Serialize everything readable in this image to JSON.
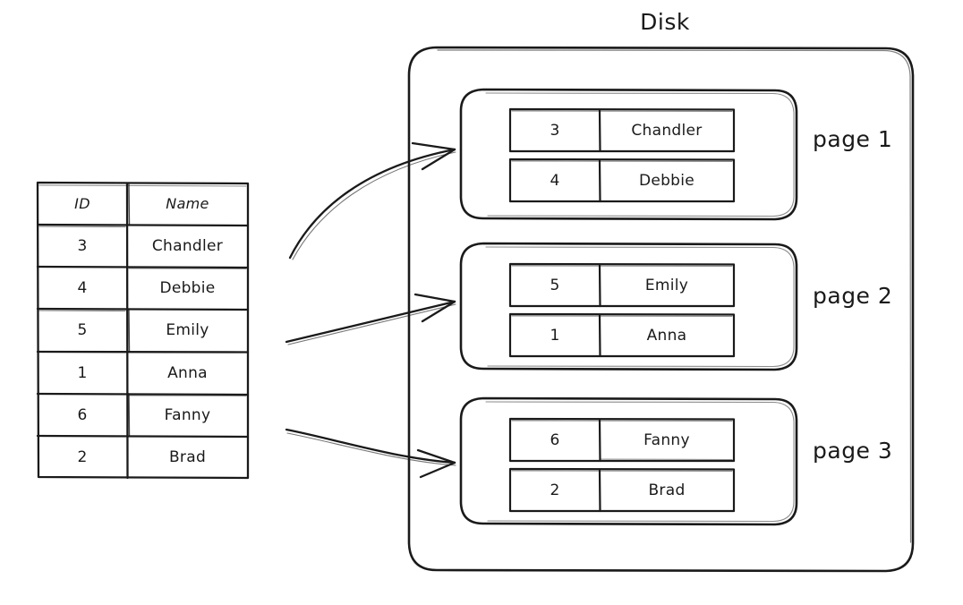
{
  "diagram": {
    "title": "Disk",
    "source_table": {
      "name": "source-table",
      "columns": [
        "ID",
        "Name"
      ],
      "rows": [
        {
          "id": "3",
          "name": "Chandler"
        },
        {
          "id": "4",
          "name": "Debbie"
        },
        {
          "id": "5",
          "name": "Emily"
        },
        {
          "id": "1",
          "name": "Anna"
        },
        {
          "id": "6",
          "name": "Fanny"
        },
        {
          "id": "2",
          "name": "Brad"
        }
      ]
    },
    "pages": [
      {
        "label": "page 1",
        "rows": [
          {
            "id": "3",
            "name": "Chandler"
          },
          {
            "id": "4",
            "name": "Debbie"
          }
        ]
      },
      {
        "label": "page 2",
        "rows": [
          {
            "id": "5",
            "name": "Emily"
          },
          {
            "id": "1",
            "name": "Anna"
          }
        ]
      },
      {
        "label": "page 3",
        "rows": [
          {
            "id": "6",
            "name": "Fanny"
          },
          {
            "id": "2",
            "name": "Brad"
          }
        ]
      }
    ],
    "colors": {
      "stroke": "#1a1a1a",
      "background": "#ffffff",
      "text": "#1a1a1a"
    }
  }
}
